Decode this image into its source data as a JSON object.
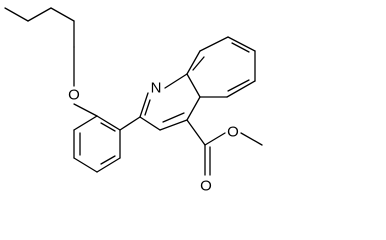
{
  "atoms": {
    "nitrogen": "N",
    "ether_oxygen": "O",
    "carbonyl_oxygen": "O",
    "ester_oxygen": "O"
  },
  "colors": {
    "bond": "#000000",
    "background": "#ffffff"
  }
}
